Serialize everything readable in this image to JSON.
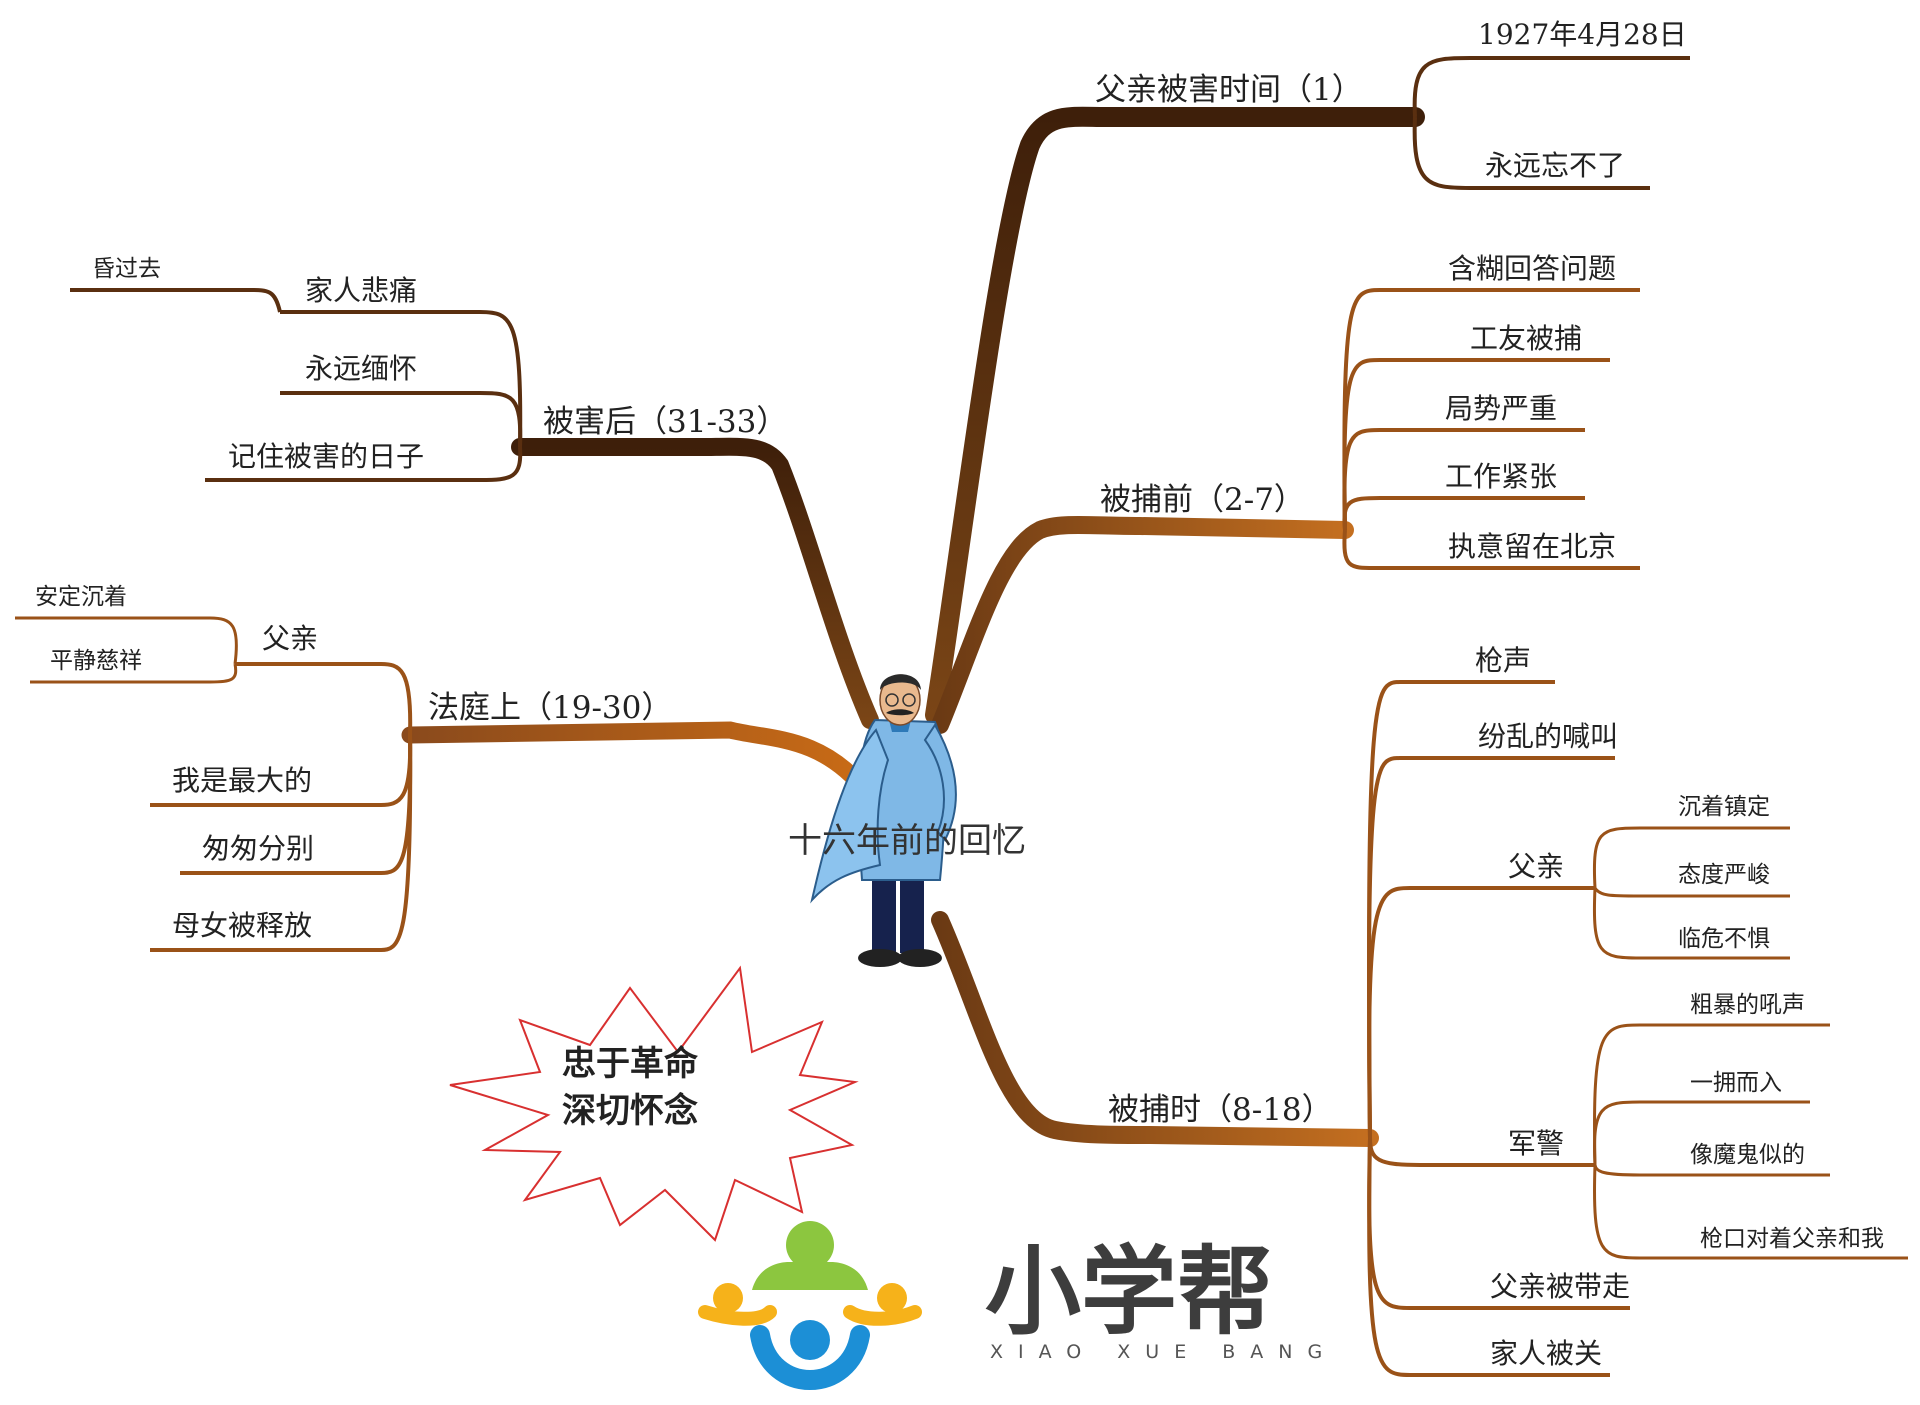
{
  "center": {
    "title": "十六年前的回忆"
  },
  "right": {
    "time": {
      "label": "父亲被害时间（1）",
      "children": [
        "1927年4月28日",
        "永远忘不了"
      ]
    },
    "before": {
      "label": "被捕前（2-7）",
      "children": [
        "含糊回答问题",
        "工友被捕",
        "局势严重",
        "工作紧张",
        "执意留在北京"
      ]
    },
    "during": {
      "label": "被捕时（8-18）",
      "children": [
        "枪声",
        "纷乱的喊叫",
        "父亲",
        "军警",
        "父亲被带走",
        "家人被关"
      ],
      "father": [
        "沉着镇定",
        "态度严峻",
        "临危不惧"
      ],
      "police": [
        "粗暴的吼声",
        "一拥而入",
        "像魔鬼似的",
        "枪口对着父亲和我"
      ]
    }
  },
  "left": {
    "after": {
      "label": "被害后（31-33）",
      "children": [
        "家人悲痛",
        "永远缅怀",
        "记住被害的日子"
      ],
      "grief": [
        "昏过去"
      ]
    },
    "court": {
      "label": "法庭上（19-30）",
      "children": [
        "父亲",
        "我是最大的",
        "匆匆分别",
        "母女被释放"
      ],
      "father": [
        "安定沉着",
        "平静慈祥"
      ]
    }
  },
  "star": {
    "line1": "忠于革命",
    "line2": "深切怀念"
  },
  "logo": {
    "cn": "小学帮",
    "en": "XIAO XUE BANG"
  },
  "colors": {
    "dark_branch": "#5a2f10",
    "light_branch": "#b8651f",
    "thin_branch": "#8a4a1c",
    "star_stroke": "#d83030"
  }
}
